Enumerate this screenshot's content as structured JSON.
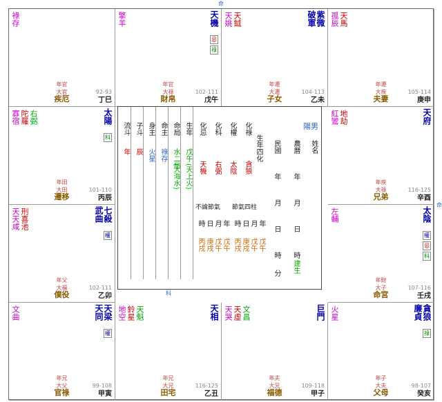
{
  "marks": {
    "top": "命",
    "right": "命",
    "bottom": "科"
  },
  "palaces": [
    {
      "id": "si",
      "main": [],
      "minor": [
        "祿存"
      ],
      "name": "疾厄",
      "tag": "年官\n大官",
      "gz": "丁巳",
      "age": "92-93"
    },
    {
      "id": "wu",
      "main": [
        "天機"
      ],
      "minor": [
        "擎羊"
      ],
      "name": "財帛",
      "tag": "年官\n大祿",
      "gz": "戊午",
      "age": "102-111",
      "badges": [
        "忌",
        "祿"
      ]
    },
    {
      "id": "wei",
      "main": [
        "破軍",
        "紫微"
      ],
      "minor": [
        "天姚",
        "天鉞"
      ],
      "name": "子女",
      "tag": "年遷\n大遷",
      "gz": "乙未",
      "age": "104-113"
    },
    {
      "id": "shen",
      "main": [],
      "minor": [
        "孤辰",
        "天馬"
      ],
      "name": "夫妻",
      "tag": "年遷\n大疾",
      "gz": "庚申",
      "age": "105-114"
    },
    {
      "id": "chen",
      "main": [
        "太陽"
      ],
      "minor": [
        "寡宿",
        "陀羅",
        "右弼"
      ],
      "name": "遷移",
      "tag": "年田\n大田",
      "gz": "丙辰",
      "age": "101-110",
      "badges": [
        "科"
      ]
    },
    {
      "id": "you",
      "main": [
        "天府"
      ],
      "minor": [
        "紅鸞",
        "地劫"
      ],
      "name": "兄弟",
      "tag": "年疾\n大祿",
      "gz": "辛酉",
      "age": "116-125"
    },
    {
      "id": "mao",
      "main": [
        "武曲",
        "七殺"
      ],
      "minor": [
        "天天咸",
        "刑喜池"
      ],
      "name": "僕役",
      "tag": "年父\n大福",
      "gz": "乙卯",
      "age": "102-111",
      "badges": [
        "權"
      ]
    },
    {
      "id": "xu",
      "main": [
        "太陰"
      ],
      "minor": [
        "左輔"
      ],
      "name": "命宮",
      "tag": "年財\n大子",
      "gz": "壬戌",
      "age": "107-116",
      "badges": [
        "權",
        "忌",
        "科"
      ]
    },
    {
      "id": "yin",
      "main": [
        "天同",
        "天梁"
      ],
      "minor": [
        "文曲"
      ],
      "name": "官祿",
      "tag": "年兄\n大父",
      "gz": "甲寅",
      "age": "99-108",
      "badges": [
        "權"
      ]
    },
    {
      "id": "chou",
      "main": [
        "天相"
      ],
      "minor": [
        "地空",
        "鈴星",
        "天魁"
      ],
      "name": "田宅",
      "tag": "年兄\n大兄",
      "gz": "乙丑",
      "age": "116-125"
    },
    {
      "id": "zi",
      "main": [
        "巨門"
      ],
      "minor": [
        "天哭",
        "天虛",
        "文昌"
      ],
      "name": "福德",
      "tag": "年夫\n大兄",
      "gz": "甲子",
      "age": "109-118"
    },
    {
      "id": "hai",
      "main": [
        "廉貞",
        "貪狼"
      ],
      "minor": [
        "火星"
      ],
      "name": "父母",
      "tag": "年子\n大夫",
      "gz": "癸亥",
      "age": "98-107",
      "badges": [
        "祿"
      ]
    }
  ],
  "center": {
    "headers": [
      "流斗",
      "子斗",
      "身主",
      "命主",
      "命局",
      "生年"
    ],
    "values": [
      "年",
      "辰",
      "火星",
      "祿存",
      "水二局",
      "戊午"
    ],
    "extra": [
      "化忌",
      "化科",
      "化權",
      "化祿"
    ],
    "extra_vals": [
      "天機",
      "右弼",
      "太陰",
      "貪狼"
    ],
    "gender": "陽男",
    "minguo": "民國",
    "nongli": "農曆",
    "name_label": "姓名",
    "birth_row": [
      "年",
      "月",
      "日",
      "時"
    ],
    "sizhu_label": "節氣四柱",
    "buhuan_label": "不論節氣",
    "time_row": [
      "時",
      "日",
      "月",
      "年"
    ],
    "pillars": [
      "丙戌",
      "庚戌",
      "戊午",
      "戊午"
    ],
    "jianshi": "建生",
    "fen": "分",
    "shengnian": "生年四化",
    "juyin": "(天上火)",
    "juwater": "(大海水)"
  }
}
